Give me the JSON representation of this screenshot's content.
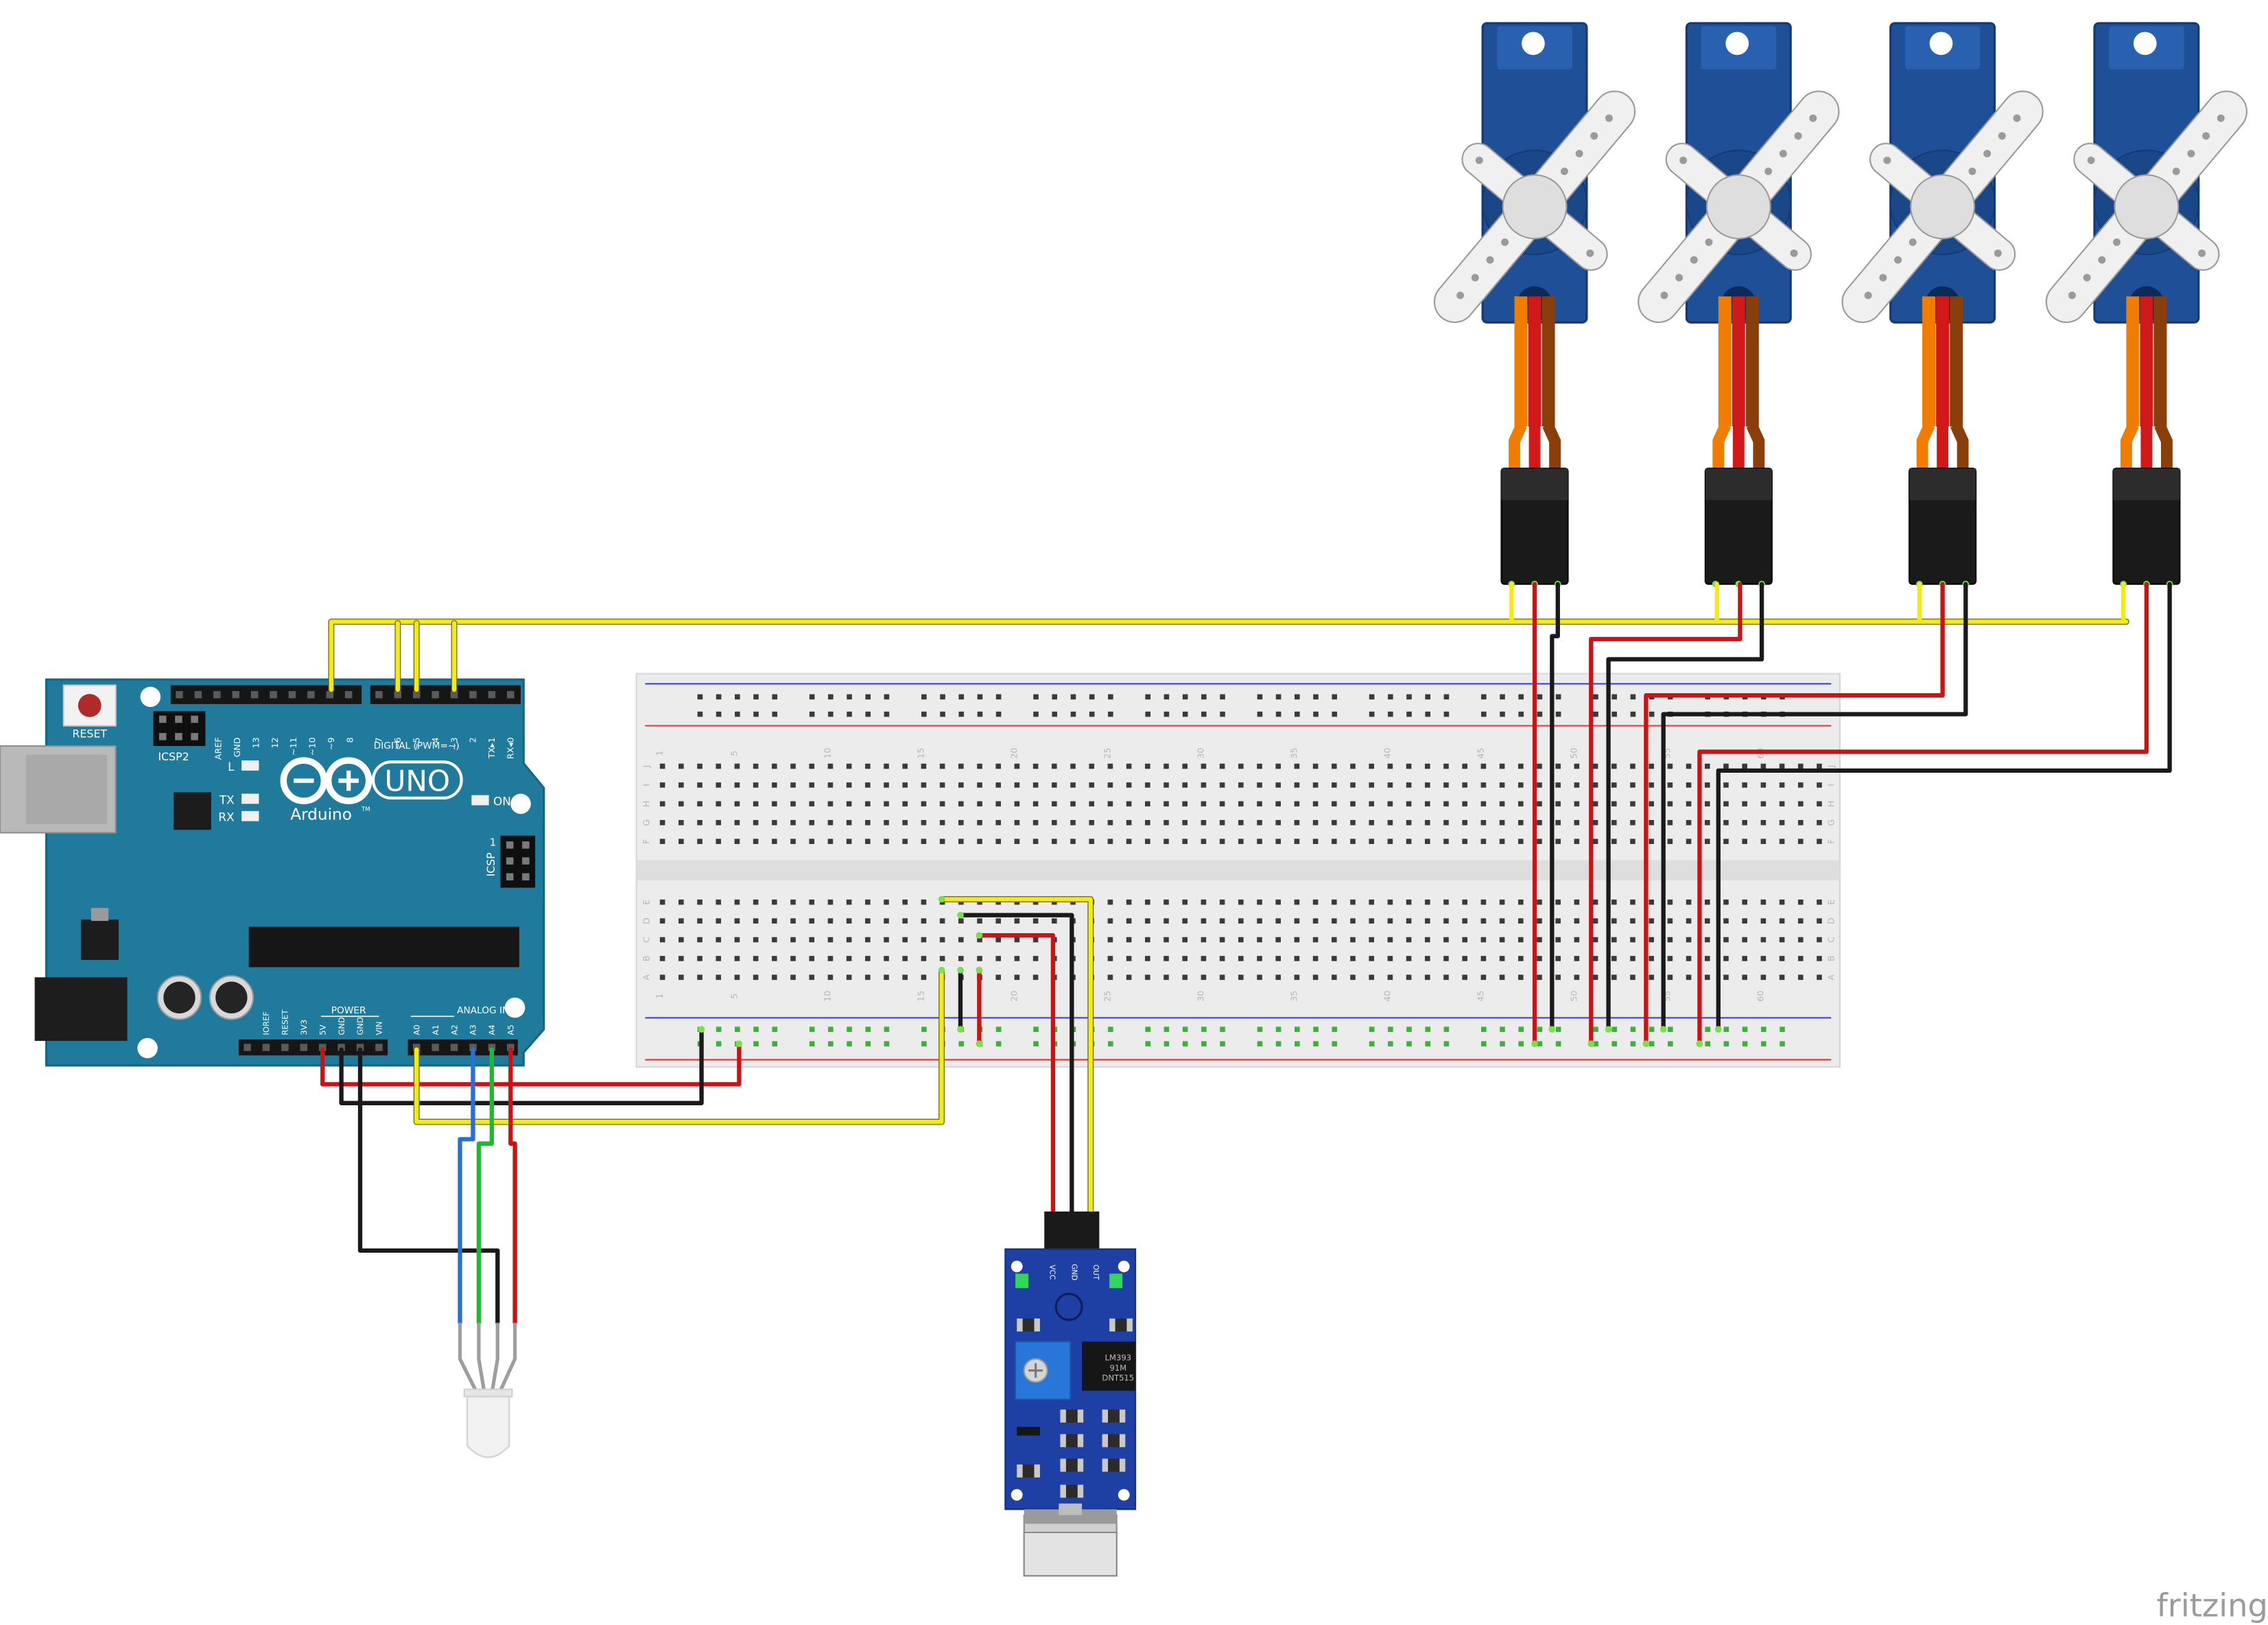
{
  "arduino": {
    "reset_label": "RESET",
    "icsp2_label": "ICSP2",
    "icsp_label": "ICSP",
    "model_label": "UNO",
    "brand_label": "Arduino",
    "tm_mark": "TM",
    "digital_label": "DIGITAL (PWM=~)",
    "digital_pins": [
      "AREF",
      "GND",
      "13",
      "12",
      "~11",
      "~10",
      "~9",
      "8",
      "7",
      "~6",
      "~5",
      "4",
      "~3",
      "2",
      "TX▸1",
      "RX◂0"
    ],
    "l_label": "L",
    "tx_label": "TX",
    "rx_label": "RX",
    "on_label": "ON",
    "icsp_pin_mark": "1",
    "power_label": "POWER",
    "power_pins": [
      "IOREF",
      "RESET",
      "3V3",
      "5V",
      "GND",
      "GND",
      "VIN"
    ],
    "analog_label": "ANALOG IN",
    "analog_pins": [
      "A0",
      "A1",
      "A2",
      "A3",
      "A4",
      "A5"
    ]
  },
  "breadboard": {
    "column_numbers_top": [
      "1",
      "5",
      "10",
      "15",
      "20",
      "25",
      "30",
      "35",
      "40",
      "45",
      "50",
      "55",
      "60"
    ],
    "column_numbers_bottom": [
      "1",
      "5",
      "10",
      "15",
      "20",
      "25",
      "30",
      "35",
      "40",
      "45",
      "50",
      "55",
      "60"
    ],
    "row_letters_top": [
      "J",
      "I",
      "H",
      "G",
      "F"
    ],
    "row_letters_bottom": [
      "E",
      "D",
      "C",
      "B",
      "A"
    ]
  },
  "sound_sensor": {
    "pin_labels": [
      "VCC",
      "GND",
      "OUT"
    ],
    "chip_lines": [
      "LM393",
      "91M",
      "DNT515"
    ]
  },
  "servos": {
    "count": 4
  },
  "watermark": "fritzing",
  "colors": {
    "arduino_board": "#1f7a9c",
    "arduino_dark": "#0d5670",
    "breadboard_body": "#ececec",
    "rail_blue": "#3b45c8",
    "rail_red": "#d43a3a",
    "wire_yellow": "#f2ea1a",
    "wire_red": "#c81414",
    "wire_black": "#1a1a1a",
    "wire_blue": "#2a6fd6",
    "wire_green": "#1fb830",
    "servo_blue": "#1f4f97",
    "servo_cable_orange": "#f07d00",
    "servo_cable_red": "#d11919",
    "servo_cable_brown": "#8a3e0a",
    "sensor_blue": "#1e3fa3",
    "led_green": "#33d65a",
    "watermark_gray": "#9b9b9b"
  }
}
